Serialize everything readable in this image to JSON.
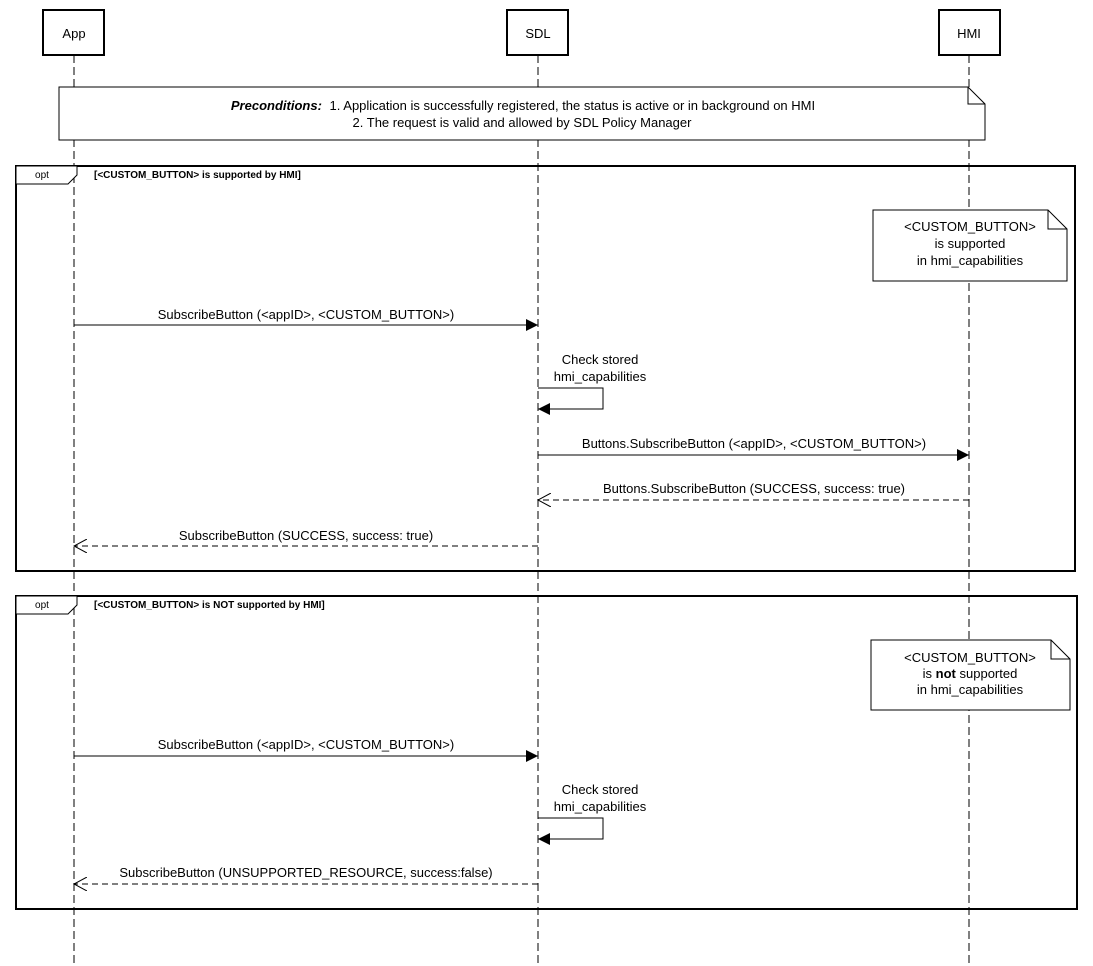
{
  "participants": [
    {
      "id": "app",
      "label": "App"
    },
    {
      "id": "sdl",
      "label": "SDL"
    },
    {
      "id": "hmi",
      "label": "HMI"
    }
  ],
  "preconditions": {
    "heading": "Preconditions:",
    "line1": "1. Application is successfully registered, the status is active or in background on HMI",
    "line2": "2. The request is valid and allowed by SDL Policy Manager"
  },
  "fragments": [
    {
      "operator": "opt",
      "condition": "[<CUSTOM_BUTTON> is supported by HMI]",
      "note": {
        "line1": "<CUSTOM_BUTTON>",
        "line2": "is supported",
        "line3": "in hmi_capabilities"
      },
      "messages": [
        {
          "label": "SubscribeButton (<appID>, <CUSTOM_BUTTON>)"
        },
        {
          "label_line1": "Check stored",
          "label_line2": "hmi_capabilities"
        },
        {
          "label": "Buttons.SubscribeButton (<appID>, <CUSTOM_BUTTON>)"
        },
        {
          "label": "Buttons.SubscribeButton (SUCCESS, success: true)"
        },
        {
          "label": "SubscribeButton (SUCCESS, success: true)"
        }
      ]
    },
    {
      "operator": "opt",
      "condition": "[<CUSTOM_BUTTON> is NOT supported by HMI]",
      "note": {
        "line1": "<CUSTOM_BUTTON>",
        "line2_pre": "is ",
        "line2_bold": "not",
        "line2_post": " supported",
        "line3": "in hmi_capabilities"
      },
      "messages": [
        {
          "label": "SubscribeButton (<appID>, <CUSTOM_BUTTON>)"
        },
        {
          "label_line1": "Check stored",
          "label_line2": "hmi_capabilities"
        },
        {
          "label": "SubscribeButton (UNSUPPORTED_RESOURCE, success:false)"
        }
      ]
    }
  ]
}
